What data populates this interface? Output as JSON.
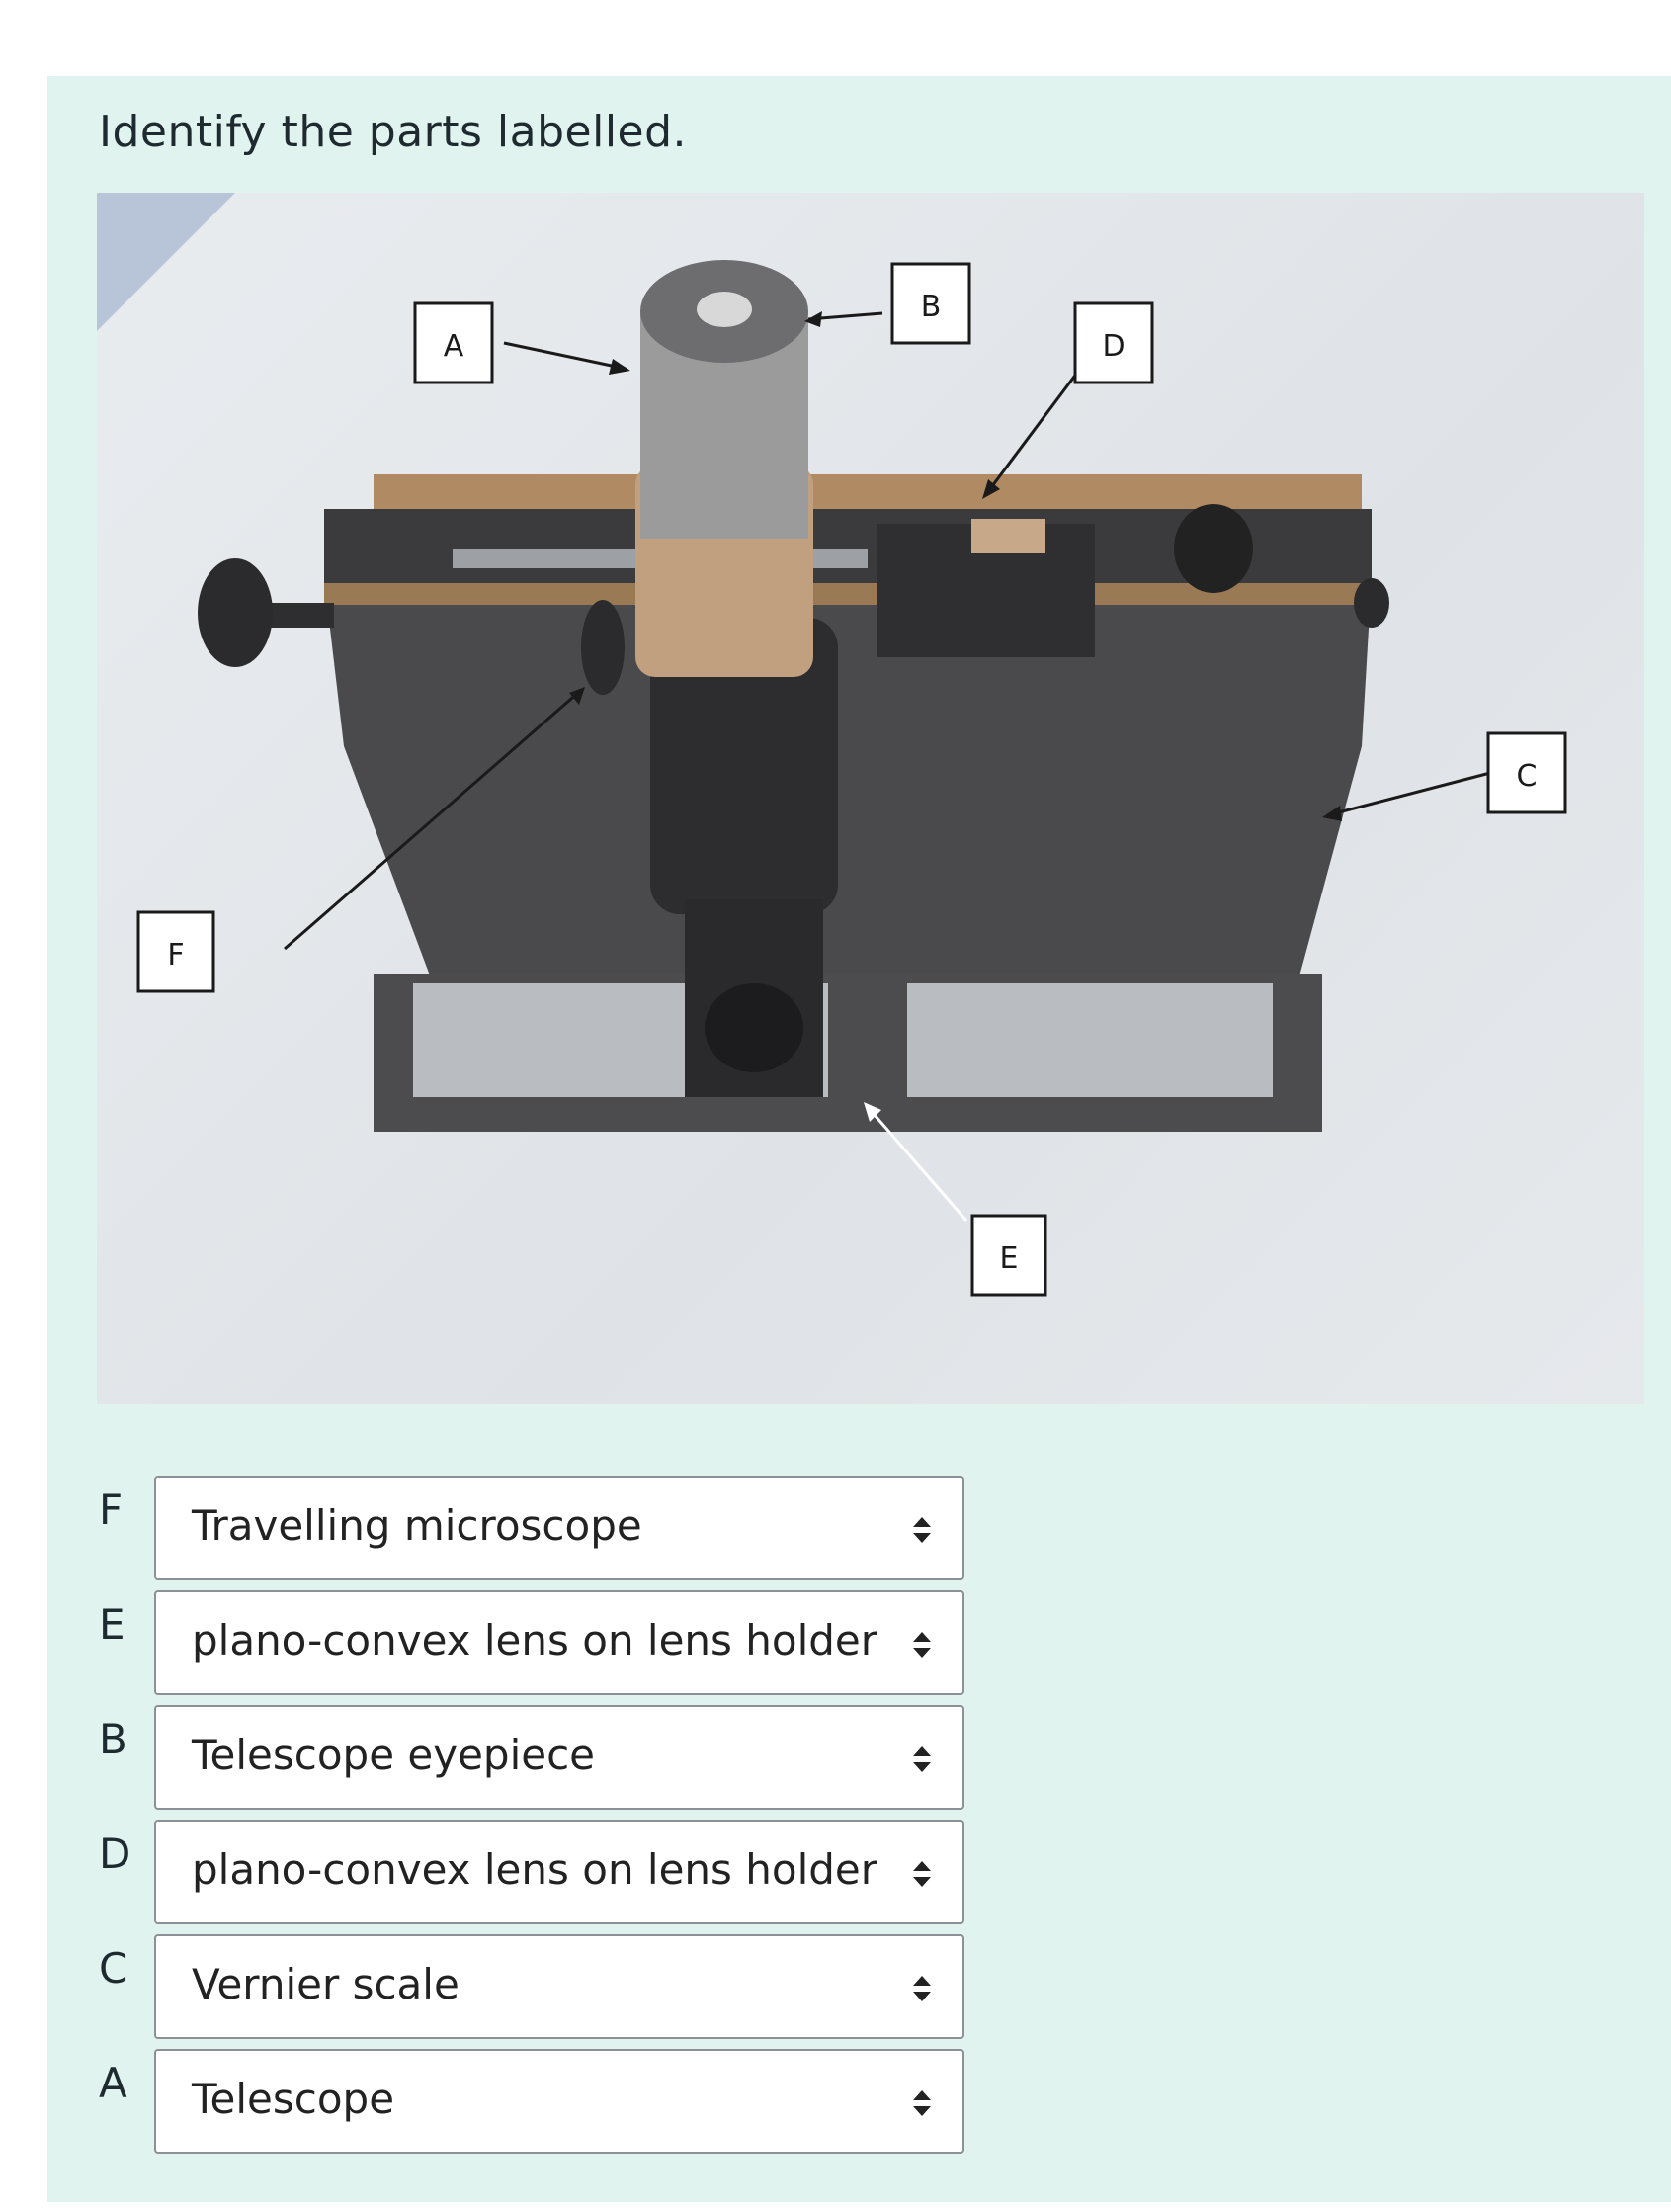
{
  "question": {
    "prompt": "Identify the parts labelled."
  },
  "figure": {
    "callouts": [
      "A",
      "B",
      "C",
      "D",
      "E",
      "F"
    ]
  },
  "answers": [
    {
      "letter": "F",
      "selected": "Travelling microscope"
    },
    {
      "letter": "E",
      "selected": "plano-convex lens on lens holder"
    },
    {
      "letter": "B",
      "selected": "Telescope eyepiece"
    },
    {
      "letter": "D",
      "selected": "plano-convex lens on lens holder"
    },
    {
      "letter": "C",
      "selected": "Vernier scale"
    },
    {
      "letter": "A",
      "selected": "Telescope"
    }
  ],
  "colors": {
    "panel": "#e1f3ee",
    "select_border": "#8b9196"
  },
  "icons": {
    "select_arrows": "up-down-caret-icon"
  }
}
